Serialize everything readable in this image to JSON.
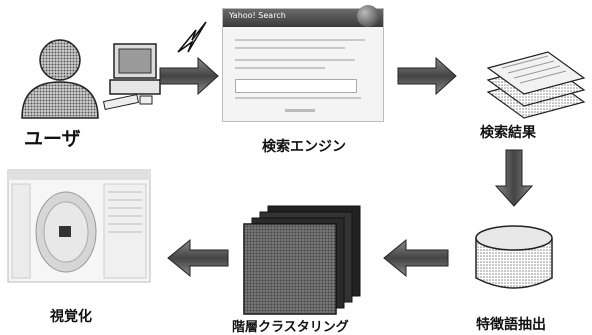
{
  "nodes": {
    "user": {
      "label": "ユーザ"
    },
    "search_engine": {
      "label": "検索エンジン",
      "window_title": "Yahoo! Search"
    },
    "search_results": {
      "label": "検索結果"
    },
    "feature_extraction": {
      "label": "特徴語抽出"
    },
    "clustering": {
      "label": "階層クラスタリング"
    },
    "visualization": {
      "label": "視覚化"
    }
  },
  "flow": [
    "user",
    "search_engine",
    "search_results",
    "feature_extraction",
    "clustering",
    "visualization"
  ]
}
